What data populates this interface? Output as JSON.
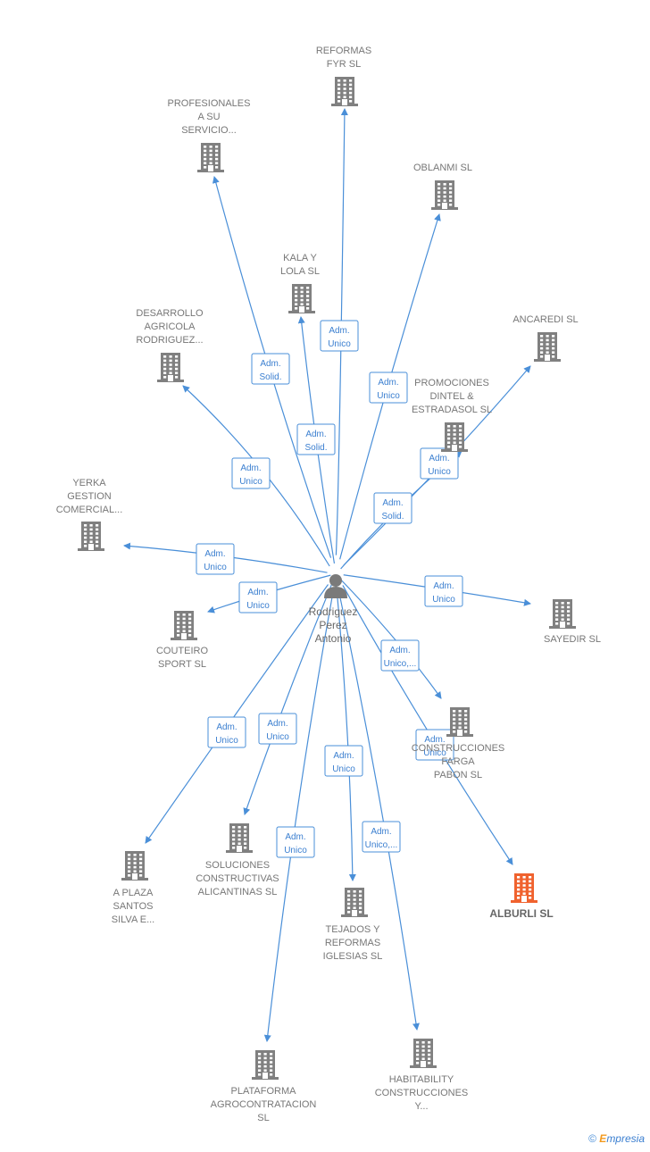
{
  "person": {
    "lines": [
      "Rodriguez",
      "Perez",
      "Antonio"
    ]
  },
  "nodes": [
    {
      "id": "reformas",
      "lines": [
        "REFORMAS",
        "FYR  SL"
      ]
    },
    {
      "id": "profesionales",
      "lines": [
        "PROFESIONALES",
        "A SU",
        "SERVICIO..."
      ]
    },
    {
      "id": "oblanmi",
      "lines": [
        "OBLANMI  SL"
      ]
    },
    {
      "id": "kala",
      "lines": [
        "KALA Y",
        "LOLA  SL"
      ]
    },
    {
      "id": "ancaredi",
      "lines": [
        "ANCAREDI  SL"
      ]
    },
    {
      "id": "desarrollo",
      "lines": [
        "DESARROLLO",
        "AGRICOLA",
        "RODRIGUEZ..."
      ]
    },
    {
      "id": "promociones",
      "lines": [
        "PROMOCIONES",
        "DINTEL &",
        "ESTRADASOL SL"
      ]
    },
    {
      "id": "yerka",
      "lines": [
        "YERKA",
        "GESTION",
        "COMERCIAL..."
      ]
    },
    {
      "id": "couteiro",
      "lines": [
        "COUTEIRO",
        "SPORT  SL"
      ]
    },
    {
      "id": "sayedir",
      "lines": [
        "SAYEDIR  SL"
      ]
    },
    {
      "id": "construcciones_farga",
      "lines": [
        "CONSTRUCCIONES",
        "FARGA",
        "PABON SL"
      ]
    },
    {
      "id": "albirli",
      "lines": [
        "ALBURLI  SL"
      ],
      "highlight": true
    },
    {
      "id": "aplaza",
      "lines": [
        "A PLAZA",
        "SANTOS",
        "SILVA E..."
      ]
    },
    {
      "id": "soluciones",
      "lines": [
        "SOLUCIONES",
        "CONSTRUCTIVAS",
        "ALICANTINAS SL"
      ]
    },
    {
      "id": "tejados",
      "lines": [
        "TEJADOS Y",
        "REFORMAS",
        "IGLESIAS  SL"
      ]
    },
    {
      "id": "plataforma",
      "lines": [
        "PLATAFORMA",
        "AGROCONTRATACION",
        "SL"
      ]
    },
    {
      "id": "habitability",
      "lines": [
        "HABITABILITY",
        "CONSTRUCCIONES",
        "Y..."
      ]
    }
  ],
  "edges": [
    {
      "to": "reformas",
      "label": [
        "Adm.",
        "Unico"
      ]
    },
    {
      "to": "profesionales",
      "label": [
        "Adm.",
        "Solid."
      ]
    },
    {
      "to": "oblanmi",
      "label": [
        "Adm.",
        "Unico"
      ]
    },
    {
      "to": "kala",
      "label": [
        "Adm.",
        "Solid."
      ]
    },
    {
      "to": "ancaredi",
      "label": [
        "Adm.",
        "Unico"
      ]
    },
    {
      "to": "promociones",
      "label": [
        "Adm.",
        "Solid."
      ]
    },
    {
      "to": "desarrollo",
      "label": [
        "Adm.",
        "Unico"
      ]
    },
    {
      "to": "yerka",
      "label": [
        "Adm.",
        "Unico"
      ]
    },
    {
      "to": "couteiro",
      "label": [
        "Adm.",
        "Unico"
      ]
    },
    {
      "to": "sayedir",
      "label": [
        "Adm.",
        "Unico"
      ]
    },
    {
      "to": "construcciones_farga",
      "label": [
        "Adm.",
        "Unico,..."
      ]
    },
    {
      "to": "albirli",
      "label": [
        "Adm.",
        "Unico"
      ]
    },
    {
      "to": "aplaza",
      "label": [
        "Adm.",
        "Unico"
      ]
    },
    {
      "to": "soluciones",
      "label": [
        "Adm.",
        "Unico"
      ]
    },
    {
      "to": "tejados",
      "label": [
        "Adm.",
        "Unico"
      ]
    },
    {
      "to": "plataforma",
      "label": [
        "Adm.",
        "Unico"
      ]
    },
    {
      "to": "habitability",
      "label": [
        "Adm.",
        "Unico,..."
      ]
    }
  ],
  "colors": {
    "edge": "#4a8fd8",
    "building": "#808080",
    "highlight": "#f0622e",
    "label": "#777777"
  },
  "footer": {
    "copyright": "©",
    "brand_first": "E",
    "brand_rest": "mpresia"
  }
}
